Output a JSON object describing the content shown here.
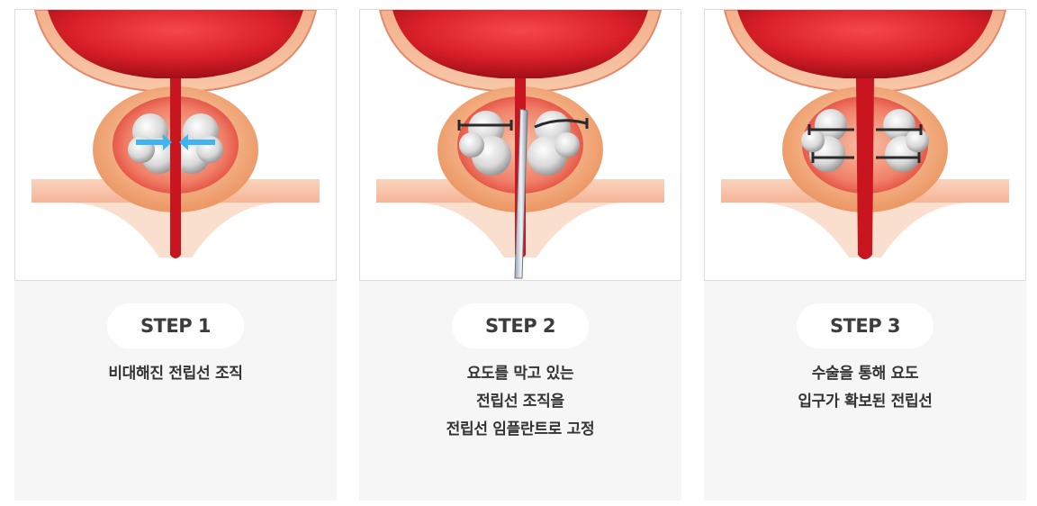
{
  "steps": [
    {
      "label": "STEP 1",
      "lines": [
        "비대해진 전립선 조직"
      ],
      "illustration": "prostate-enlarged-tissue",
      "arrow_color": "#3fb4f0"
    },
    {
      "label": "STEP 2",
      "lines": [
        "요도를 막고 있는",
        "전립선 조직을",
        "전립선 임플란트로 고정"
      ],
      "illustration": "prostate-implant-insertion"
    },
    {
      "label": "STEP 3",
      "lines": [
        "수술을 통해 요도",
        "입구가 확보된 전립선"
      ],
      "illustration": "prostate-opened-urethra"
    }
  ],
  "colors": {
    "bladder_dark": "#b3121d",
    "bladder_light": "#e8333a",
    "tissue_pink": "#f6b59a",
    "gland_orange": "#f0a36e",
    "urethra_red": "#c8151f",
    "panel_bg": "#f6f6f6"
  }
}
